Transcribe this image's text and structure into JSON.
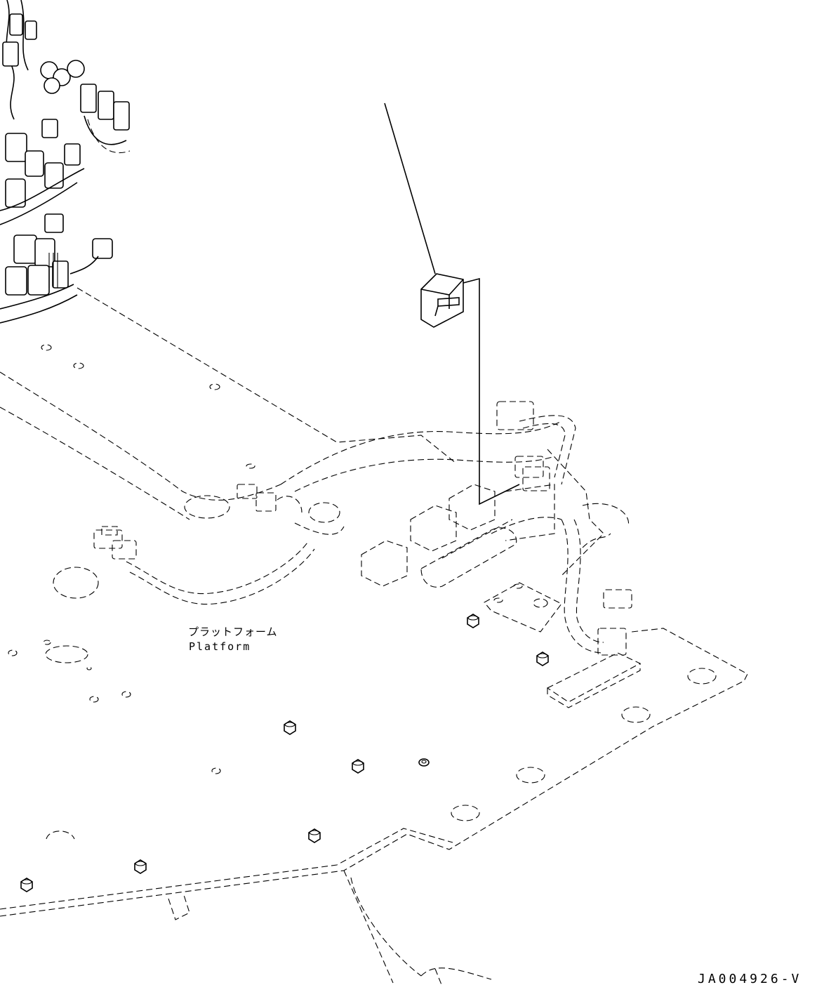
{
  "labels": {
    "platform_jp": "プラットフォーム",
    "platform_en": "Platform",
    "drawing_id": "JA004926-V"
  },
  "colors": {
    "line": "#000000",
    "background": "#ffffff"
  }
}
